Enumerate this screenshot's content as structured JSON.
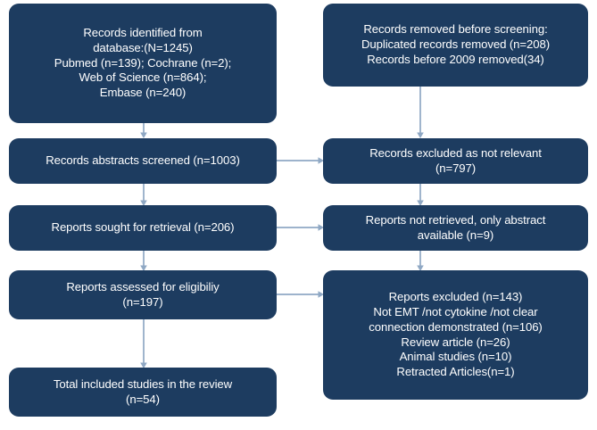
{
  "diagram": {
    "type": "prisma-flow-diagram",
    "title": "PRISMA study selection flow diagram",
    "colors": {
      "box_fill": "#1d3c60",
      "box_text": "#ffffff",
      "connector": "#8fa8c4",
      "background": "#ffffff"
    },
    "boxes": {
      "identification": {
        "id": "records-identified",
        "column": "left",
        "text": "Records identified from\ndatabase:(N=1245)\nPubmed (n=139); Cochrane (n=2);\nWeb of Science (n=864);\nEmbase (n=240)",
        "lines": [
          "Records identified from",
          "database:(N=1245)",
          "Pubmed (n=139); Cochrane (n=2);",
          "Web of Science (n=864);",
          "Embase (n=240)"
        ],
        "counts": {
          "total": 1245,
          "Pubmed": 139,
          "Cochrane": 2,
          "Web of Science": 864,
          "Embase": 240
        }
      },
      "removed_before_screening": {
        "id": "records-removed-before-screening",
        "column": "right",
        "text": "Records removed before screening:\nDuplicated records removed (n=208)\nRecords before 2009 removed(34)",
        "lines": [
          "Records removed before screening:",
          "Duplicated records removed (n=208)",
          "Records before 2009 removed(34)"
        ],
        "counts": {
          "duplicates_removed": 208,
          "before_2009_removed": 34
        }
      },
      "screened": {
        "id": "records-abstracts-screened",
        "column": "left",
        "text": "Records abstracts screened (n=1003)",
        "lines": [
          "Records abstracts screened (n=1003)"
        ],
        "counts": {
          "n": 1003
        }
      },
      "excluded_not_relevant": {
        "id": "records-excluded-not-relevant",
        "column": "right",
        "text": "Records excluded as not relevant\n(n=797)",
        "lines": [
          "Records excluded as not relevant",
          "(n=797)"
        ],
        "counts": {
          "n": 797
        }
      },
      "sought_for_retrieval": {
        "id": "reports-sought-for-retrieval",
        "column": "left",
        "text": "Reports sought for retrieval (n=206)",
        "lines": [
          "Reports sought for retrieval (n=206)"
        ],
        "counts": {
          "n": 206
        }
      },
      "not_retrieved": {
        "id": "reports-not-retrieved",
        "column": "right",
        "text": "Reports not retrieved, only abstract\navailable (n=9)",
        "lines": [
          "Reports not retrieved, only abstract",
          "available (n=9)"
        ],
        "counts": {
          "n": 9
        }
      },
      "assessed_for_eligibility": {
        "id": "reports-assessed-for-eligibility",
        "column": "left",
        "text": "Reports assessed for eligibiliy\n(n=197)",
        "lines": [
          "Reports assessed for eligibiliy",
          "(n=197)"
        ],
        "counts": {
          "n": 197
        }
      },
      "excluded_full_text": {
        "id": "reports-excluded",
        "column": "right",
        "text": "Reports excluded (n=143)\nNot EMT /not cytokine /not clear\nconnection demonstrated (n=106)\nReview article (n=26)\nAnimal studies (n=10)\nRetracted Articles(n=1)",
        "lines": [
          "Reports excluded (n=143)",
          "Not EMT /not cytokine /not clear",
          "connection demonstrated (n=106)",
          "Review article (n=26)",
          "Animal studies (n=10)",
          "Retracted Articles(n=1)"
        ],
        "counts": {
          "total_excluded": 143,
          "not_emt_not_cytokine_not_clear_connection": 106,
          "review_article": 26,
          "animal_studies": 10,
          "retracted_articles": 1
        }
      },
      "included": {
        "id": "total-included-studies",
        "column": "left",
        "text": "Total included studies in the review\n(n=54)",
        "lines": [
          "Total included studies in the review",
          "(n=54)"
        ],
        "counts": {
          "n": 54
        }
      }
    },
    "connectors": [
      {
        "name": "identification-to-screened",
        "kind": "vertical-arrow"
      },
      {
        "name": "removed-to-excluded-not-relevant",
        "kind": "vertical-arrow"
      },
      {
        "name": "screened-to-excluded-not-relevant",
        "kind": "horizontal-arrow"
      },
      {
        "name": "screened-to-sought",
        "kind": "vertical-arrow"
      },
      {
        "name": "excluded-not-relevant-to-not-retrieved",
        "kind": "vertical-arrow"
      },
      {
        "name": "sought-to-not-retrieved",
        "kind": "horizontal-arrow"
      },
      {
        "name": "sought-to-assessed",
        "kind": "vertical-arrow"
      },
      {
        "name": "not-retrieved-to-excluded-full",
        "kind": "vertical-arrow"
      },
      {
        "name": "assessed-to-excluded-full",
        "kind": "horizontal-arrow"
      },
      {
        "name": "assessed-to-included",
        "kind": "vertical-arrow"
      }
    ]
  }
}
